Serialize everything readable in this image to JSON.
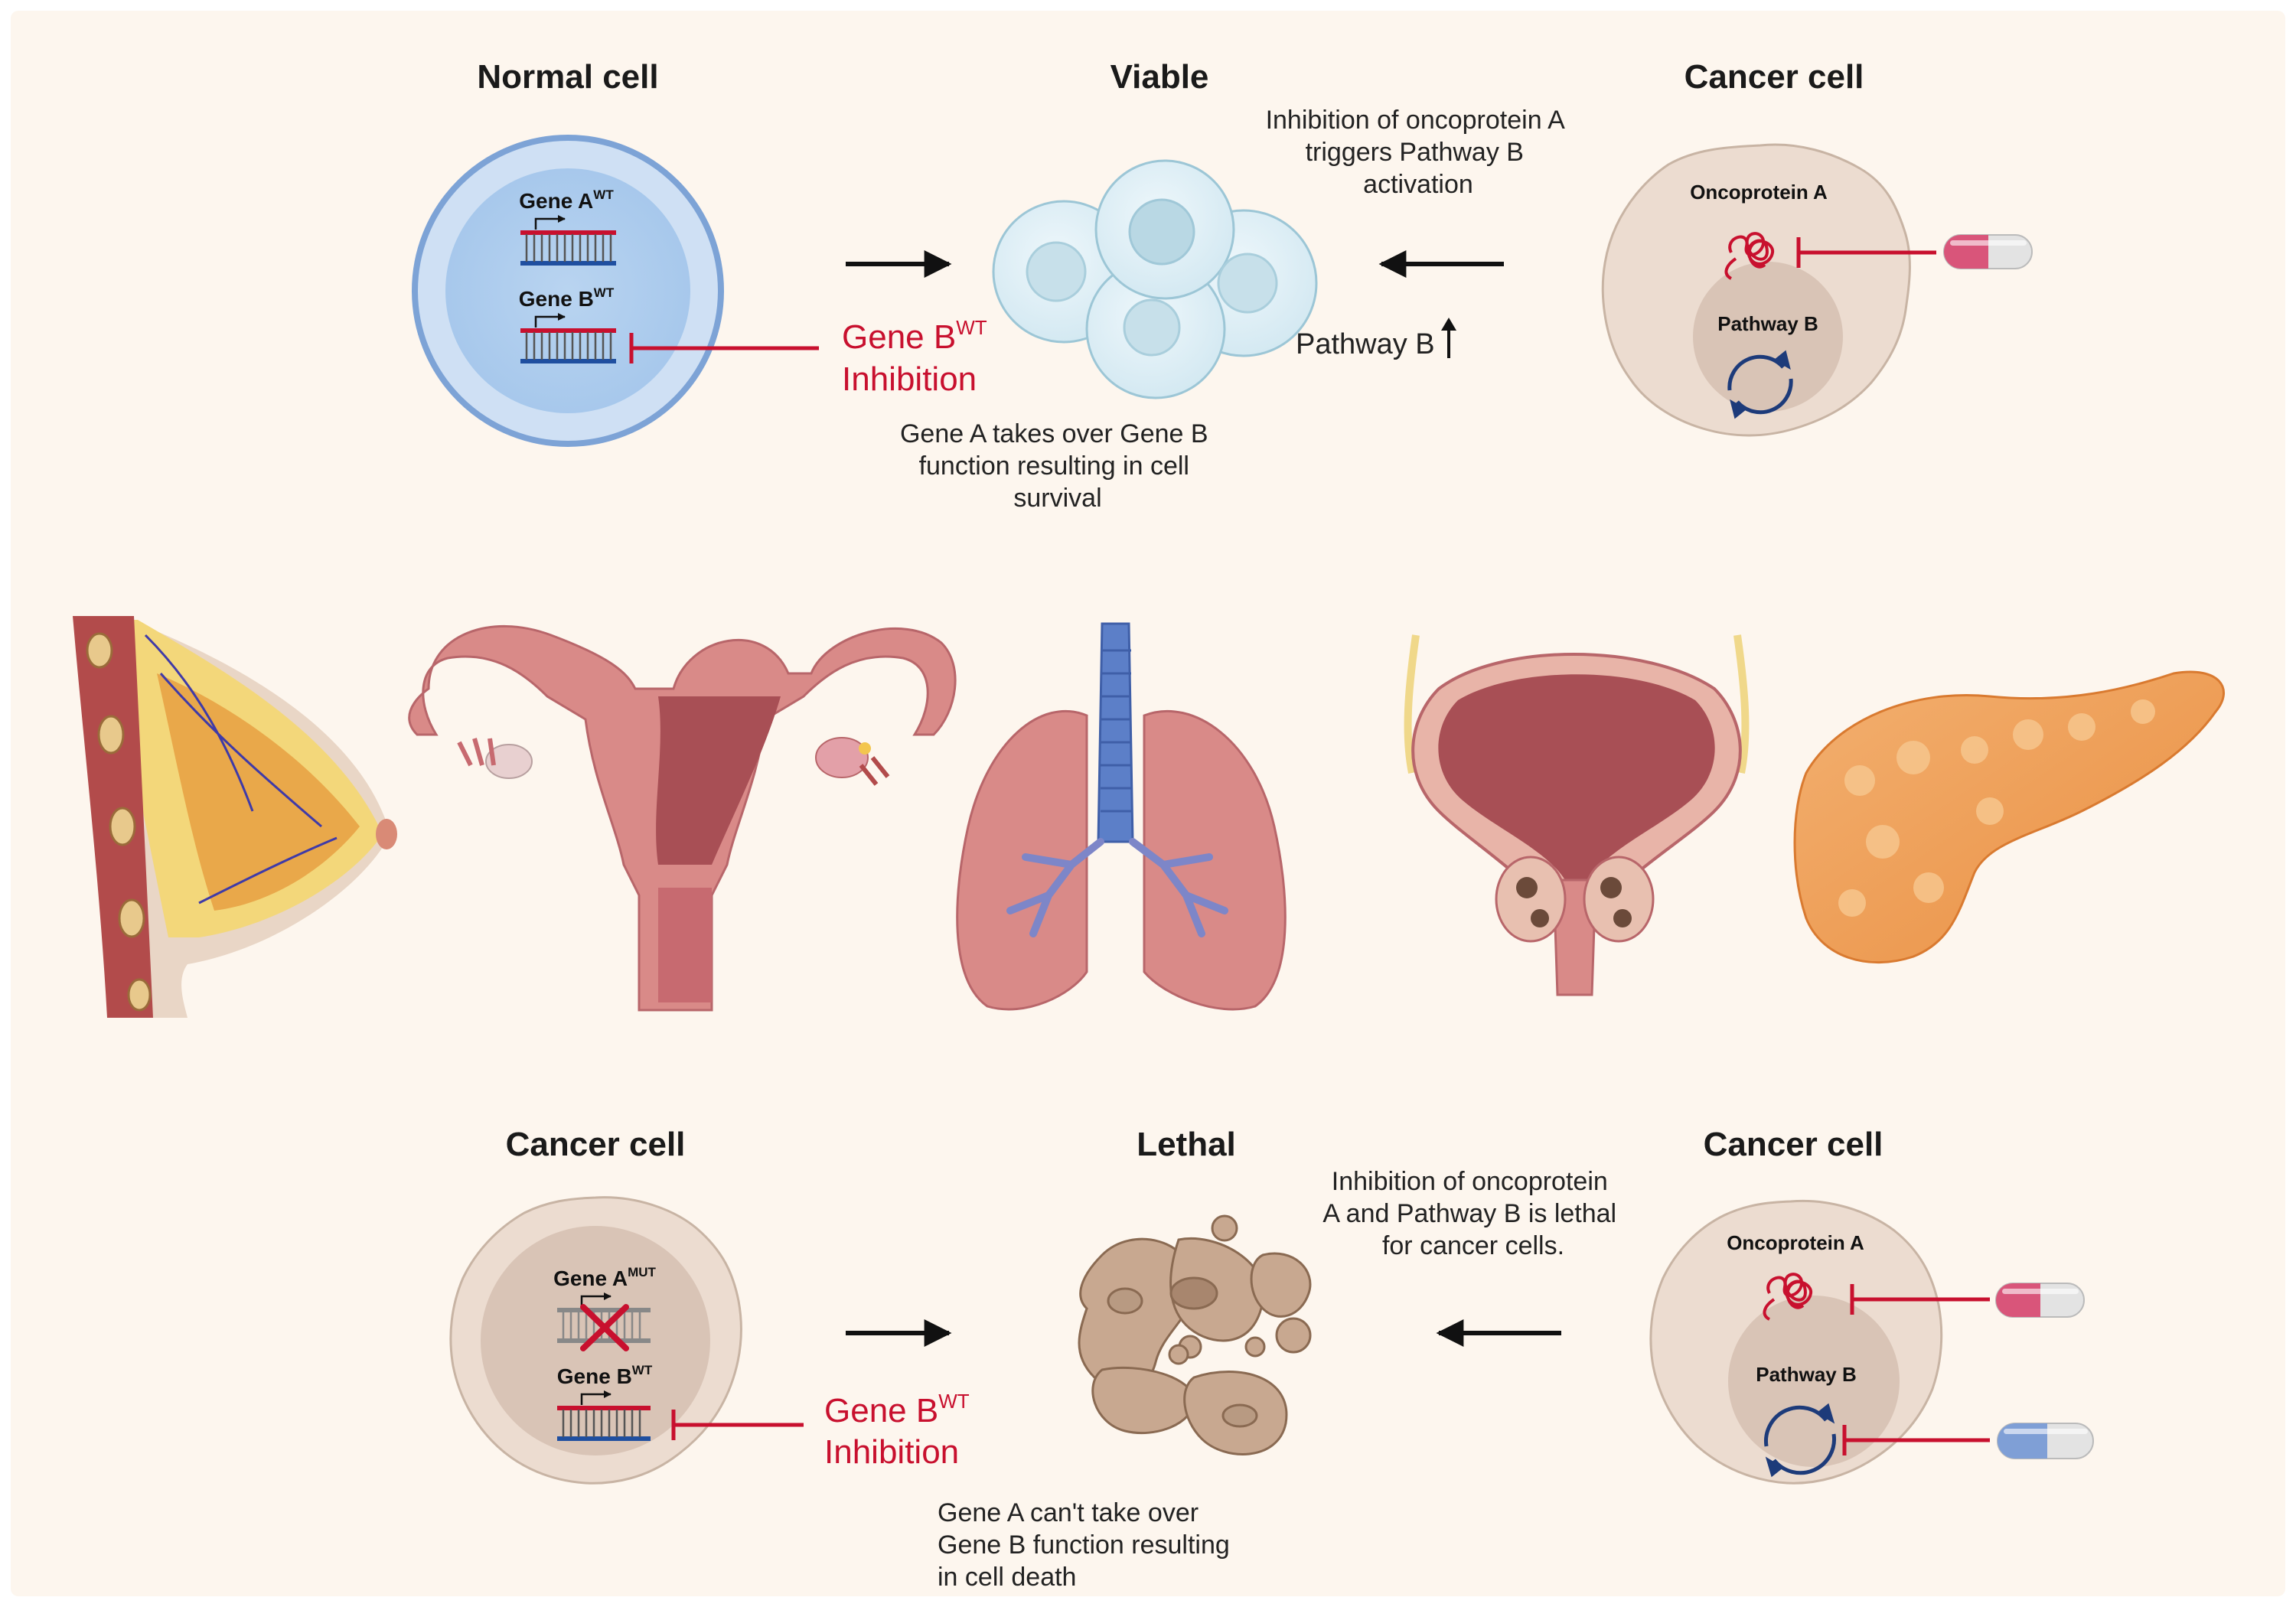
{
  "top": {
    "normal_cell_title": "Normal cell",
    "viable_title": "Viable",
    "cancer_cell_title": "Cancer cell",
    "gene_a": "Gene A",
    "gene_a_sup": "WT",
    "gene_b": "Gene B",
    "gene_b_sup": "WT",
    "inhibit_gene": "Gene B",
    "inhibit_gene_sup": "WT",
    "inhibit_word": "Inhibition",
    "caption_lines": [
      "Gene A takes over Gene B",
      "function resulting in cell",
      "survival"
    ],
    "right_caption_lines": [
      "Inhibition of oncoprotein A",
      "triggers Pathway B",
      "activation"
    ],
    "pathway_up": "Pathway B",
    "oncoprotein": "Oncoprotein A",
    "pathway": "Pathway B"
  },
  "bottom": {
    "cancer_left_title": "Cancer cell",
    "lethal_title": "Lethal",
    "cancer_right_title": "Cancer cell",
    "gene_a": "Gene A",
    "gene_a_sup": "MUT",
    "gene_b": "Gene B",
    "gene_b_sup": "WT",
    "inhibit_gene": "Gene B",
    "inhibit_gene_sup": "WT",
    "inhibit_word": "Inhibition",
    "caption_lines": [
      "Gene A can't take over",
      "Gene B function resulting",
      "in cell death"
    ],
    "right_caption_lines": [
      "Inhibition of oncoprotein",
      "A and Pathway B is lethal",
      "for cancer cells."
    ],
    "oncoprotein": "Oncoprotein A",
    "pathway": "Pathway B"
  },
  "organs": [
    "breast-icon",
    "uterus-icon",
    "lungs-icon",
    "bladder-prostate-icon",
    "pancreas-icon"
  ],
  "colors": {
    "background": "#fdf6ee",
    "inhibition_red": "#c8102e",
    "normal_cell_blue": "#9fc3ea",
    "cancer_cell_beige": "#ecdcd0",
    "pill_pink": "#d9557a",
    "pill_blue": "#7f9fd6",
    "pathway_navy": "#1d3b7a"
  }
}
